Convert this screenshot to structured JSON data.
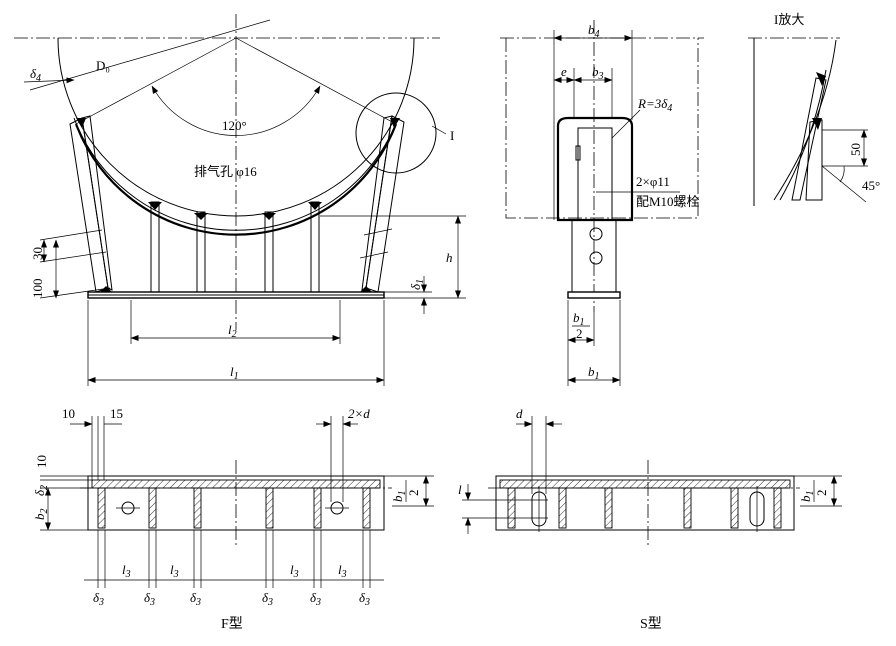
{
  "front_view": {
    "d0": "D₀",
    "delta4": "δ",
    "delta4_sub": "4",
    "angle": "120°",
    "vent": "排气孔 φ16",
    "detail_mark": "I",
    "dim_30": "30",
    "dim_100": "100",
    "h": "h",
    "delta1": "δ",
    "delta1_sub": "1",
    "l2": "l",
    "l2_sub": "2",
    "l1": "l",
    "l1_sub": "1"
  },
  "side_view": {
    "b4": "b",
    "b4_sub": "4",
    "e": "e",
    "b3": "b",
    "b3_sub": "3",
    "radius": "R=3δ",
    "radius_sub": "4",
    "holes": "2×φ11",
    "bolt": "配M10螺栓",
    "b1_half_num": "b",
    "b1_half_num_sub": "1",
    "b1_half_den": "2",
    "b1": "b",
    "b1_sub": "1"
  },
  "detail_view": {
    "title": "I放大",
    "dim_50": "50",
    "angle_45": "45°"
  },
  "f_plan": {
    "dim_10a": "10",
    "dim_15": "15",
    "dim_2d": "2×d",
    "dim_10b": "10",
    "delta2": "δ",
    "delta2_sub": "2",
    "b2": "b",
    "b2_sub": "2",
    "b1_half_num": "b",
    "b1_half_num_sub": "1",
    "b1_half_den": "2",
    "l3": "l",
    "l3_sub": "3",
    "delta3": "δ",
    "delta3_sub": "3",
    "caption": "F型"
  },
  "s_plan": {
    "d": "d",
    "l": "l",
    "b1_half_num": "b",
    "b1_half_num_sub": "1",
    "b1_half_den": "2",
    "caption": "S型"
  }
}
